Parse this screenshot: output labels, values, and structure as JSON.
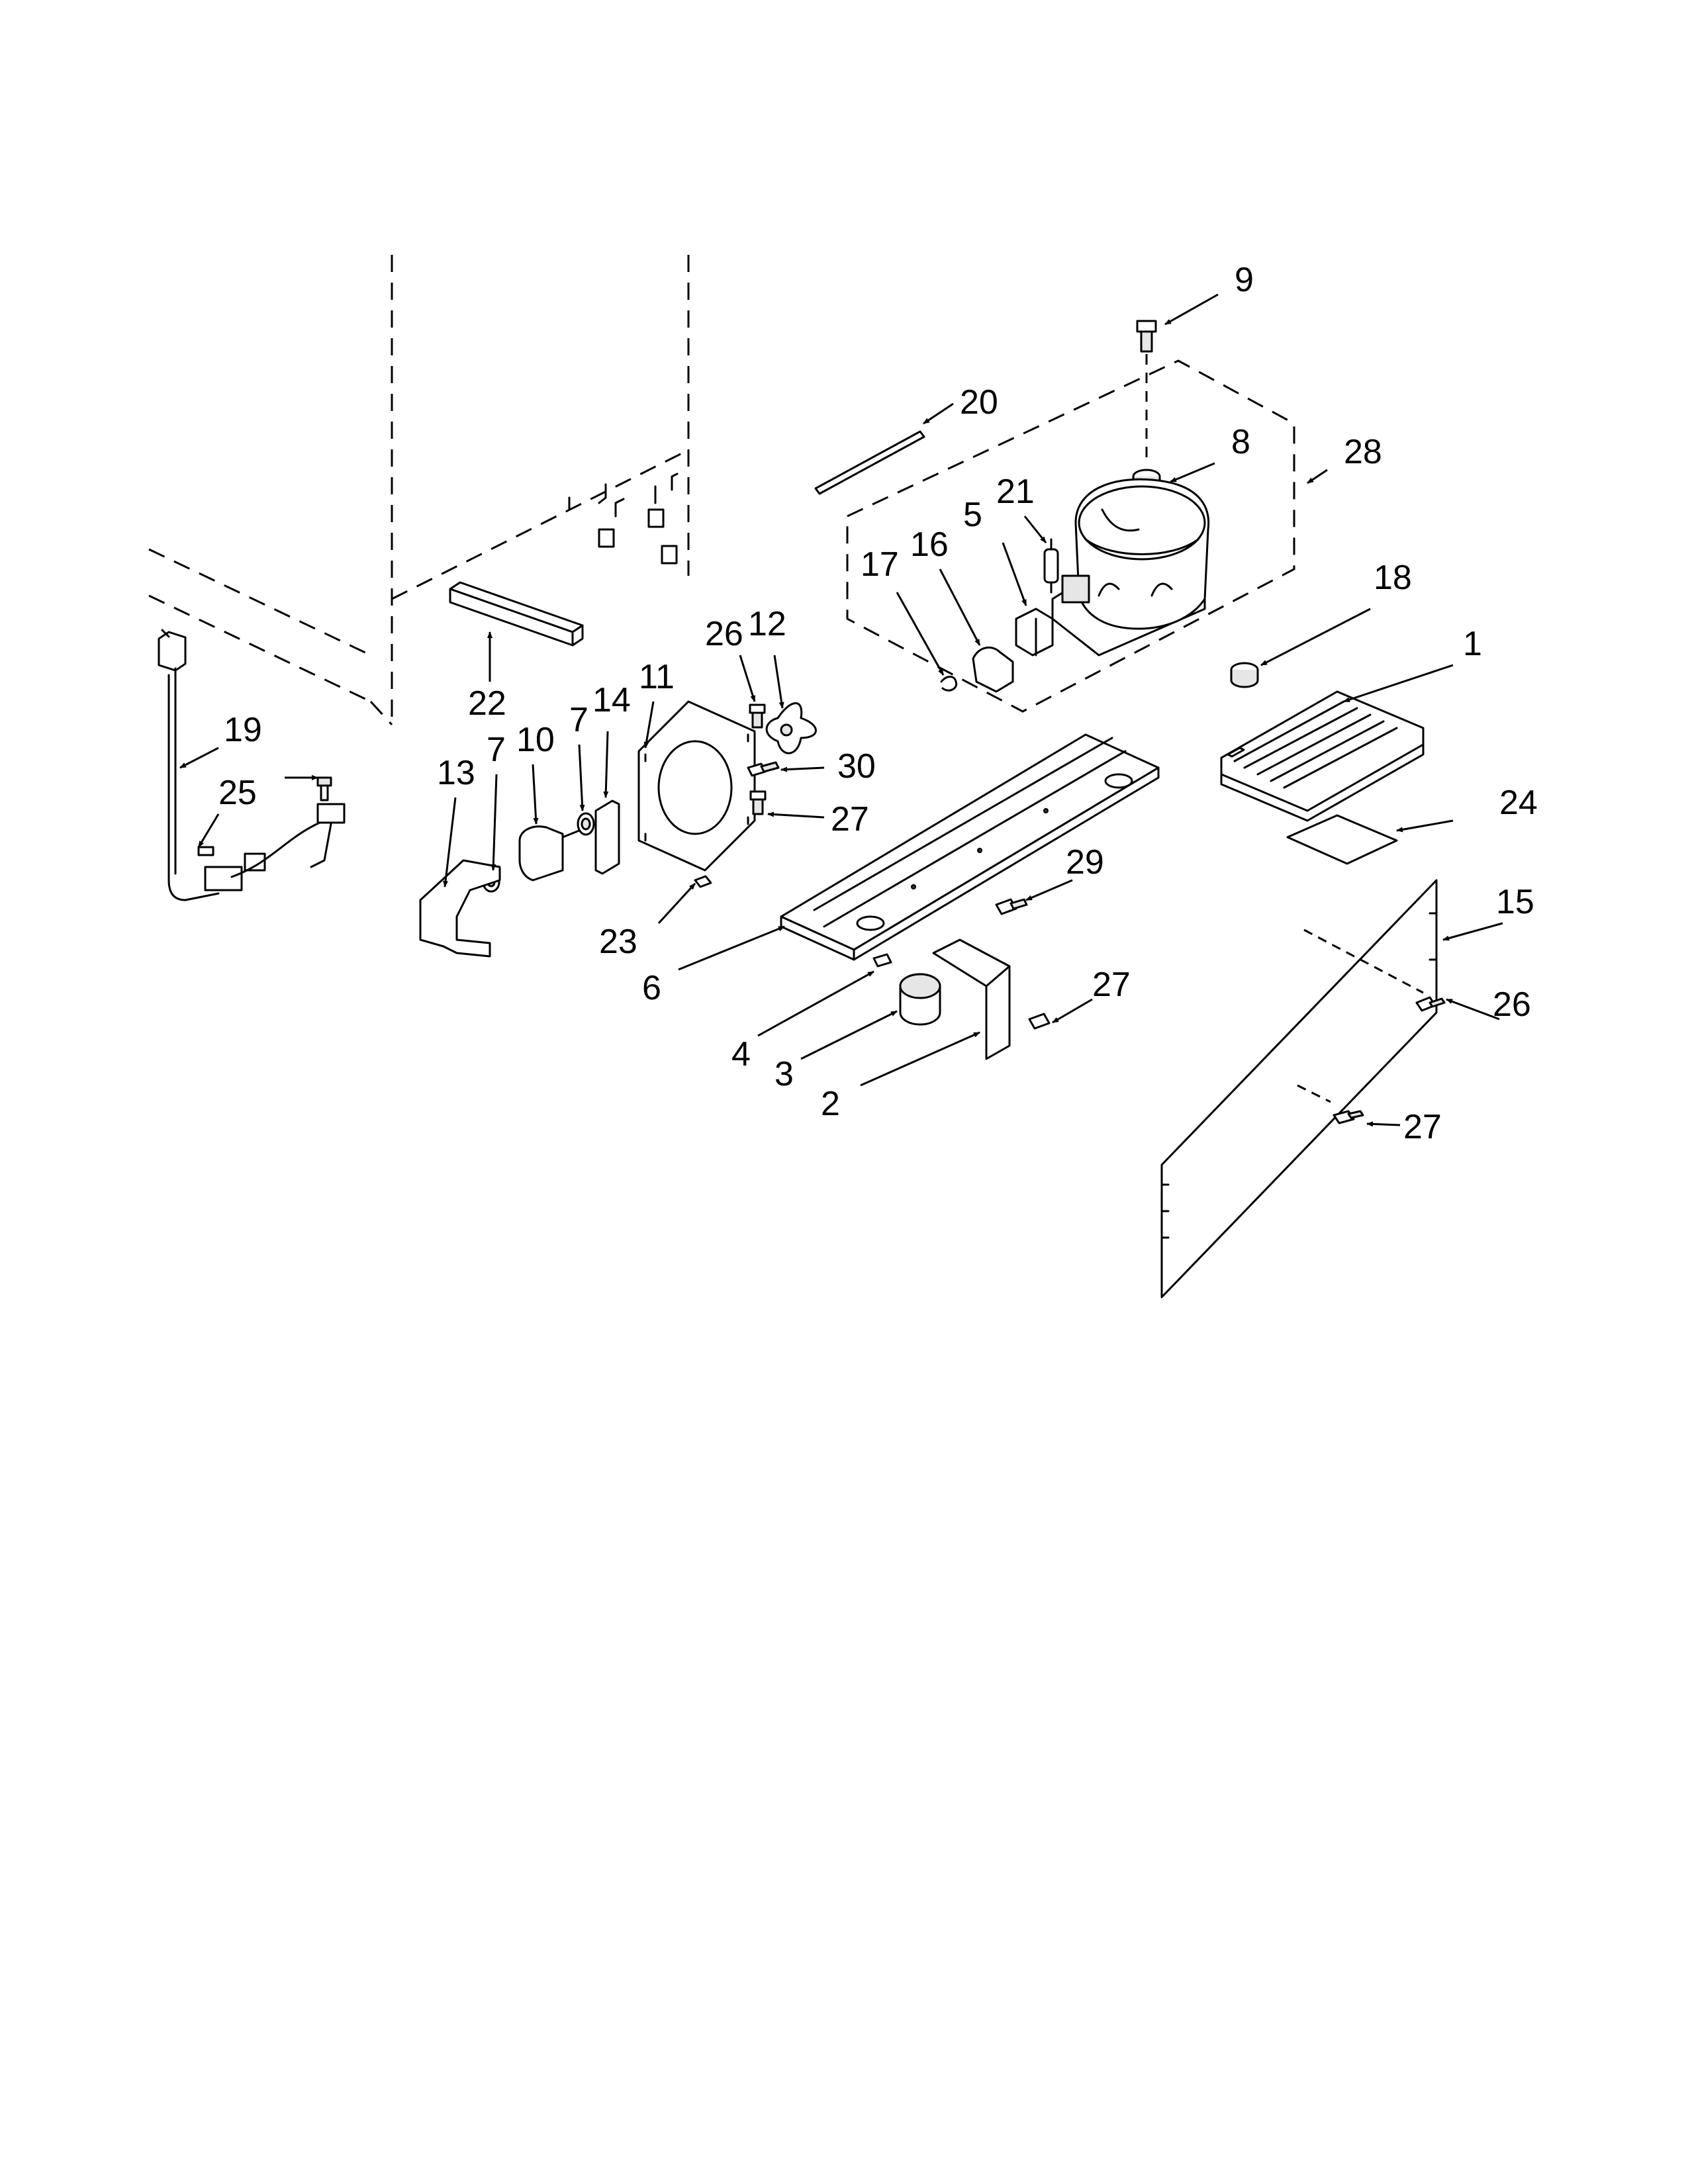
{
  "callouts": [
    {
      "id": "c9",
      "label": "9"
    },
    {
      "id": "c20",
      "label": "20"
    },
    {
      "id": "c8",
      "label": "8"
    },
    {
      "id": "c28",
      "label": "28"
    },
    {
      "id": "c21",
      "label": "21"
    },
    {
      "id": "c5",
      "label": "5"
    },
    {
      "id": "c16",
      "label": "16"
    },
    {
      "id": "c17",
      "label": "17"
    },
    {
      "id": "c18",
      "label": "18"
    },
    {
      "id": "c1",
      "label": "1"
    },
    {
      "id": "c26a",
      "label": "26"
    },
    {
      "id": "c12",
      "label": "12"
    },
    {
      "id": "c11",
      "label": "11"
    },
    {
      "id": "c14",
      "label": "14"
    },
    {
      "id": "c7a",
      "label": "7"
    },
    {
      "id": "c10",
      "label": "10"
    },
    {
      "id": "c7b",
      "label": "7"
    },
    {
      "id": "c13",
      "label": "13"
    },
    {
      "id": "c22",
      "label": "22"
    },
    {
      "id": "c19",
      "label": "19"
    },
    {
      "id": "c25",
      "label": "25"
    },
    {
      "id": "c30",
      "label": "30"
    },
    {
      "id": "c27a",
      "label": "27"
    },
    {
      "id": "c24",
      "label": "24"
    },
    {
      "id": "c29",
      "label": "29"
    },
    {
      "id": "c15",
      "label": "15"
    },
    {
      "id": "c23",
      "label": "23"
    },
    {
      "id": "c6",
      "label": "6"
    },
    {
      "id": "c27b",
      "label": "27"
    },
    {
      "id": "c26b",
      "label": "26"
    },
    {
      "id": "c4",
      "label": "4"
    },
    {
      "id": "c3",
      "label": "3"
    },
    {
      "id": "c2",
      "label": "2"
    },
    {
      "id": "c27c",
      "label": "27"
    }
  ],
  "colors": {
    "ink": "#000000",
    "paper": "#ffffff"
  }
}
